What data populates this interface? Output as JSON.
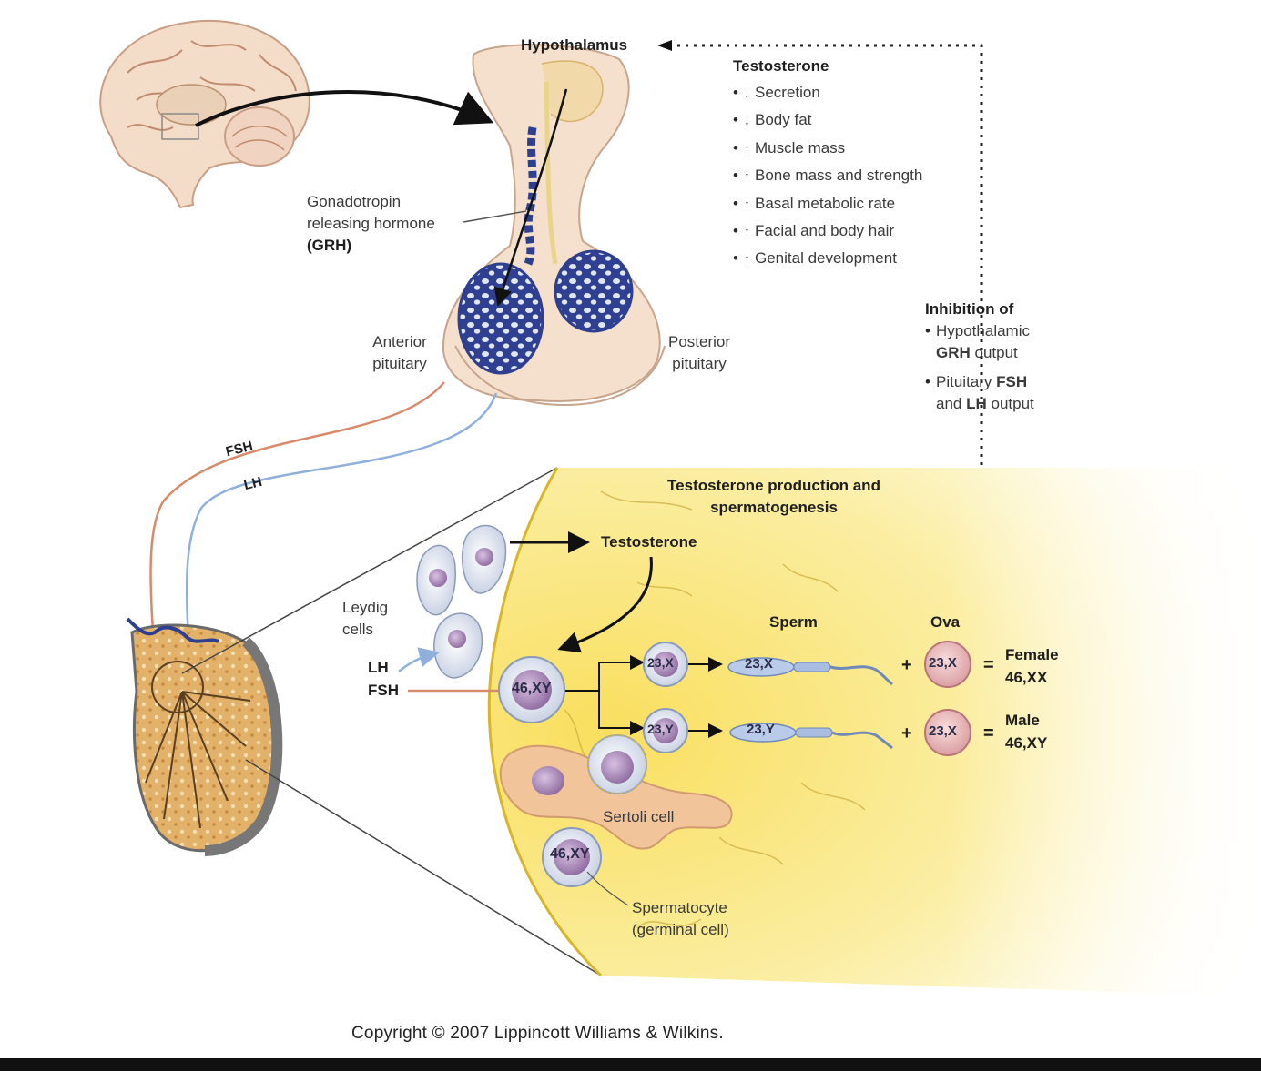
{
  "labels": {
    "hypothalamus": "Hypothalamus",
    "grh": [
      "Gonadotropin",
      "releasing hormone",
      "(GRH)"
    ],
    "anterior_pituitary": [
      "Anterior",
      "pituitary"
    ],
    "posterior_pituitary": [
      "Posterior",
      "pituitary"
    ],
    "fsh_hormone": "FSH",
    "lh_hormone": "LH",
    "leydig_cells": [
      "Leydig",
      "cells"
    ],
    "lh_input": "LH",
    "fsh_input": "FSH",
    "production_title": [
      "Testosterone production and",
      "spermatogenesis"
    ],
    "testosterone_arrow": "Testosterone",
    "sperm": "Sperm",
    "ova": "Ova",
    "sertoli_cell": "Sertoli cell",
    "spermatocyte": [
      "Spermatocyte",
      "(germinal cell)"
    ]
  },
  "testosterone_effects": {
    "title": "Testosterone",
    "items": [
      {
        "dir": "↓",
        "text": "Secretion"
      },
      {
        "dir": "↓",
        "text": "Body fat"
      },
      {
        "dir": "↑",
        "text": "Muscle mass"
      },
      {
        "dir": "↑",
        "text": "Bone mass and strength"
      },
      {
        "dir": "↑",
        "text": "Basal metabolic rate"
      },
      {
        "dir": "↑",
        "text": "Facial and body hair"
      },
      {
        "dir": "↑",
        "text": "Genital development"
      }
    ]
  },
  "inhibition": {
    "title": "Inhibition of",
    "line1a": "Hypothalamic",
    "line1b_bold": "GRH",
    "line1b_rest": " output",
    "line2a": "Pituitary ",
    "line2a_bold": "FSH",
    "line2b_pre": "and ",
    "line2b_bold": "LH",
    "line2b_rest": " output"
  },
  "cells": {
    "primary": "46,XY",
    "x_sperm_cell": "23,X",
    "y_sperm_cell": "23,Y",
    "x_sperm": "23,X",
    "y_sperm": "23,Y",
    "ovum_top": "23,X",
    "ovum_bottom": "23,X",
    "spermatocyte": "46,XY"
  },
  "outcomes": {
    "plus": "+",
    "equals": "=",
    "female_sex": "Female",
    "female_karyotype": "46,XX",
    "male_sex": "Male",
    "male_karyotype": "46,XY"
  },
  "copyright": "Copyright © 2007 Lippincott Williams & Wilkins.",
  "colors": {
    "fsh": "#d98a6a",
    "lh": "#8fb0dc",
    "pituitary_blue": "#2e3f8f",
    "tissue_yellow": "#fbe985",
    "tubule_tan": "#d9a25a",
    "ovum_pink": "#f0b9b9"
  }
}
